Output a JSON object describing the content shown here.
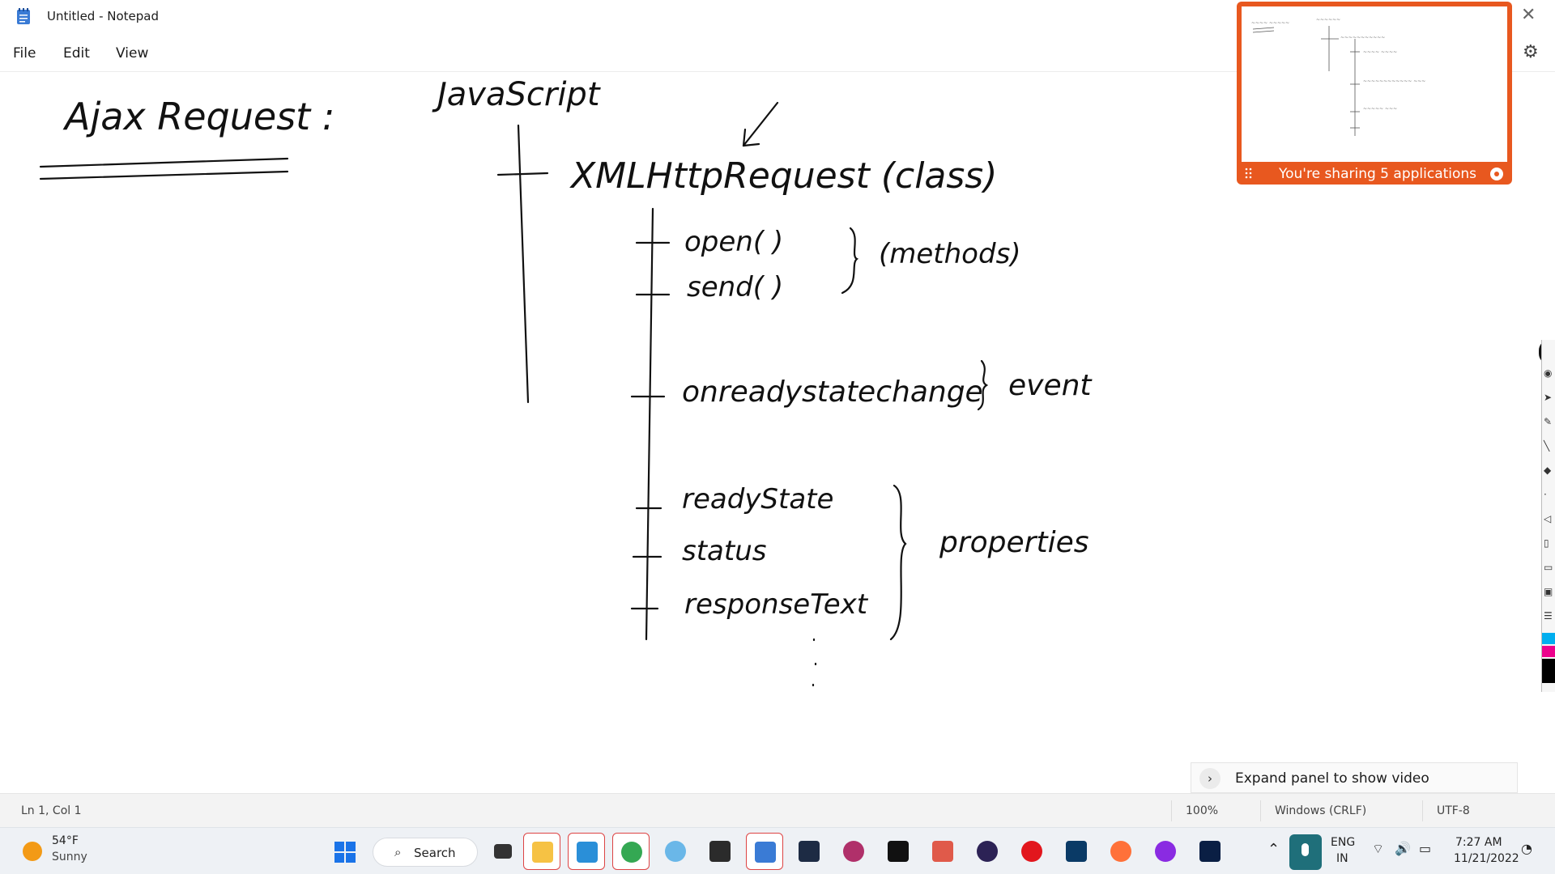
{
  "window": {
    "title": "Untitled - Notepad"
  },
  "menu": {
    "items": [
      "File",
      "Edit",
      "View"
    ]
  },
  "sketch": {
    "heading": "Ajax Request :",
    "root": "JavaScript",
    "class_label": "XMLHttpRequest (class)",
    "methods": [
      "open( )",
      "send( )"
    ],
    "methods_label": "(methods)",
    "event_item": "onreadystatechange",
    "event_label": "event",
    "properties": [
      "readyState",
      "status",
      "responseText"
    ],
    "properties_label": "properties"
  },
  "share": {
    "message": "You're sharing 5 applications"
  },
  "expand_panel": {
    "label": "Expand panel to show video"
  },
  "status": {
    "position": "Ln 1, Col 1",
    "zoom": "100%",
    "line_ending": "Windows (CRLF)",
    "encoding": "UTF-8"
  },
  "taskbar": {
    "weather_temp": "54°F",
    "weather_desc": "Sunny",
    "search_label": "Search",
    "lang_top": "ENG",
    "lang_bottom": "IN",
    "time": "7:27 AM",
    "date": "11/21/2022",
    "apps": [
      "file-explorer-icon",
      "vscode-icon",
      "chrome-icon",
      "paint-icon",
      "terminal-icon",
      "notepad-icon",
      "mysql-icon",
      "feather-icon",
      "cmd-icon",
      "eraser-icon",
      "eclipse-icon",
      "opera-icon",
      "bird-icon",
      "firefox-icon",
      "mask-icon",
      "webex-icon"
    ]
  },
  "colors": {
    "share_orange": "#e8581f",
    "taskbar_bg": "#eef1f5",
    "accent_blue": "#0078d4"
  }
}
